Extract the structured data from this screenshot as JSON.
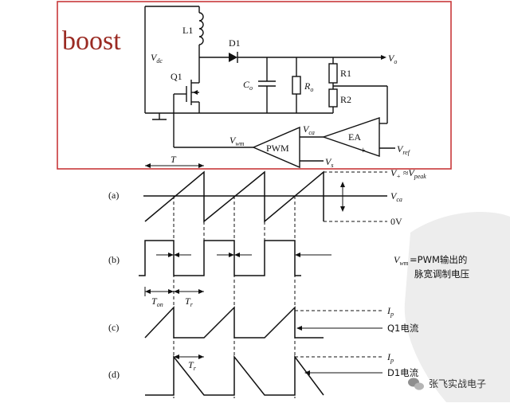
{
  "title_label": "boost",
  "circuit": {
    "vdc": "V",
    "vdc_sub": "dc",
    "l1": "L1",
    "d1": "D1",
    "q1": "Q1",
    "co": "C",
    "co_sub": "o",
    "ro": "R",
    "ro_sub": "o",
    "r1": "R1",
    "r2": "R2",
    "vo": "V",
    "vo_sub": "o",
    "vca": "V",
    "vca_sub": "ca",
    "vwm": "V",
    "vwm_sub": "wm",
    "ea": "EA",
    "plus": "+",
    "vref": "V",
    "vref_sub": "ref",
    "pwm": "PWM",
    "vx": "V",
    "vx_sub": "s"
  },
  "waveforms": {
    "period": "T",
    "vpeak_a": "V",
    "vpeak_a_sub": "+",
    "vpeak_approx": "≈",
    "vpeak_b": "V",
    "vpeak_b_sub": "peak",
    "vca_a": "V",
    "vca_a_sub": "ca",
    "zero_v": "0V",
    "vwm_b": "V",
    "vwm_b_sub": "wm",
    "pwm_desc_1": "=PWM输出的",
    "pwm_desc_2": "脉宽调制电压",
    "ton": "T",
    "ton_sub": "on",
    "tr": "T",
    "tr_sub": "r",
    "ip_c": "I",
    "ip_c_sub": "p",
    "q1_current": "Q1电流",
    "tr_d": "T",
    "tr_d_sub": "r",
    "ip_d": "I",
    "ip_d_sub": "p",
    "d1_current": "D1电流",
    "panel_labels": [
      "(a)",
      "(b)",
      "(c)",
      "(d)"
    ]
  },
  "watermark": {
    "text": "张飞实战电子",
    "icon": "wechat-icon"
  }
}
